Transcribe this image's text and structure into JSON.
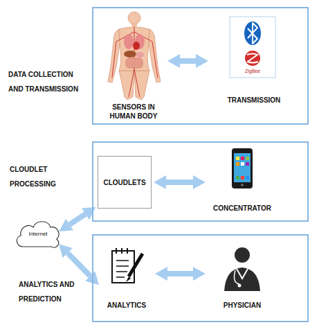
{
  "diagram": {
    "nodes": [
      {
        "text": [
          "DATA COLLECTION AND TRANSMISSION"
        ]
      },
      {
        "text": [
          "SENSORS IN HUMAN BODY"
        ],
        "in": 0
      },
      {
        "text": [
          "TRANSMISSION"
        ],
        "in": 0
      },
      {
        "text": [
          "CLOUDLET PROCESSING"
        ]
      },
      {
        "text": [
          "CLOUDLETS"
        ],
        "in": 3
      },
      {
        "text": [
          "CONCENTRATOR"
        ],
        "in": 3
      },
      {
        "text": [
          "Internet"
        ]
      },
      {
        "text": [
          "ANALYTICS AND PREDICTION"
        ]
      },
      {
        "text": [
          "ANALYTICS"
        ],
        "in": 7
      },
      {
        "text": [
          "PHYSICIAN"
        ],
        "in": 7
      }
    ],
    "edges": [
      {
        "from": 1,
        "to": 2,
        "arrow": "both"
      },
      {
        "from": 4,
        "to": 5,
        "arrow": "both"
      },
      {
        "from": 6,
        "to": 4,
        "arrow": "both"
      },
      {
        "from": 6,
        "to": 8,
        "arrow": "both"
      },
      {
        "from": 8,
        "to": 9,
        "arrow": "both"
      }
    ],
    "labels": [
      "ZigBee"
    ]
  }
}
